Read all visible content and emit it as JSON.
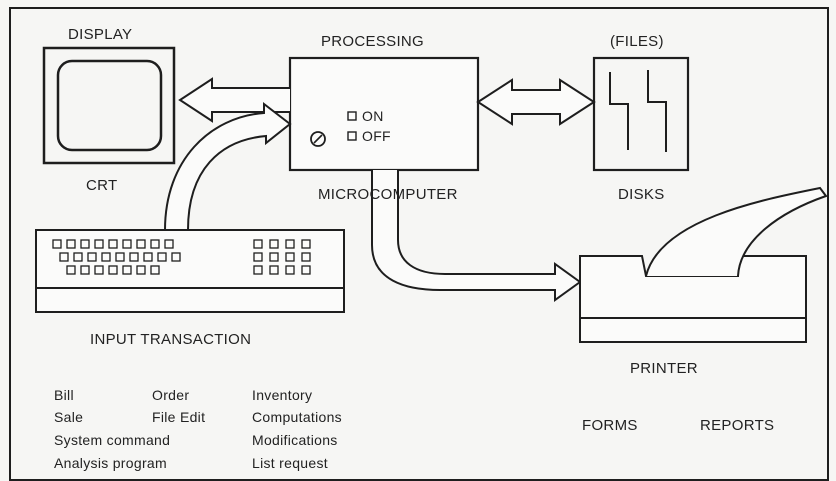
{
  "labels": {
    "display": "DISPLAY",
    "crt": "CRT",
    "processing": "PROCESSING",
    "microcomputer": "MICROCOMPUTER",
    "on": "ON",
    "off": "OFF",
    "files": "(FILES)",
    "disks": "DISKS",
    "input_transaction": "INPUT TRANSACTION",
    "printer": "PRINTER",
    "forms": "FORMS",
    "reports": "REPORTS"
  },
  "transactions": {
    "col1": [
      "Bill",
      "Sale",
      "System command",
      "Analysis program"
    ],
    "col2": [
      "Order",
      "File Edit"
    ],
    "col3": [
      "Inventory",
      "Computations",
      "Modifications",
      "List request"
    ]
  },
  "colors": {
    "ink": "#1e1e1e",
    "paper": "#f6f6f4"
  }
}
